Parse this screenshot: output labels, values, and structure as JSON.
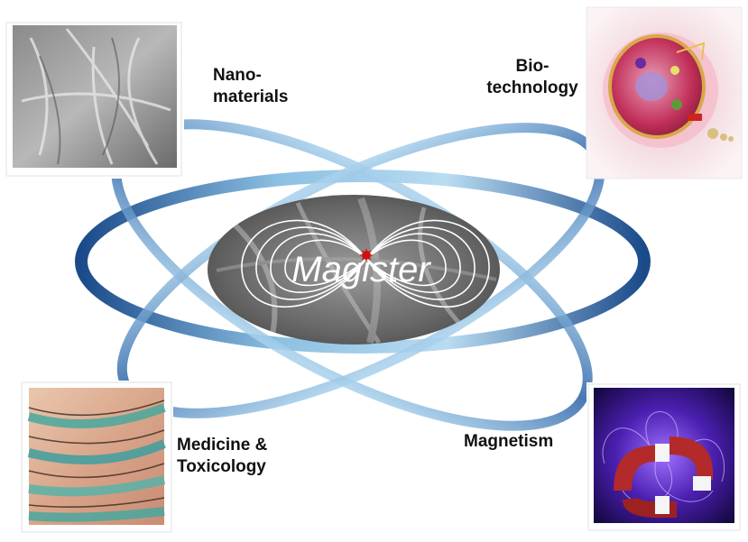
{
  "center": {
    "logo_text": "Magister"
  },
  "nodes": [
    {
      "id": "nanomaterials",
      "lines": [
        "Nano-",
        "materials"
      ]
    },
    {
      "id": "biotechnology",
      "lines": [
        "Bio-",
        "technology"
      ]
    },
    {
      "id": "medicine-toxicology",
      "lines": [
        "Medicine &",
        "Toxicology"
      ]
    },
    {
      "id": "magnetism",
      "lines": [
        "Magnetism"
      ]
    }
  ],
  "colors": {
    "orbit_dark": "#1f4f8f",
    "orbit_light": "#9fc9e6",
    "center_fill": "#6f6f6f",
    "accent_red": "#cc1111"
  },
  "photos": [
    {
      "node": "nanomaterials",
      "subject": "electron-micrograph-fibers"
    },
    {
      "node": "biotechnology",
      "subject": "cell-illustration"
    },
    {
      "node": "medicine-toxicology",
      "subject": "stained-tissue-micrograph"
    },
    {
      "node": "magnetism",
      "subject": "horseshoe-magnets-field-lines"
    }
  ]
}
